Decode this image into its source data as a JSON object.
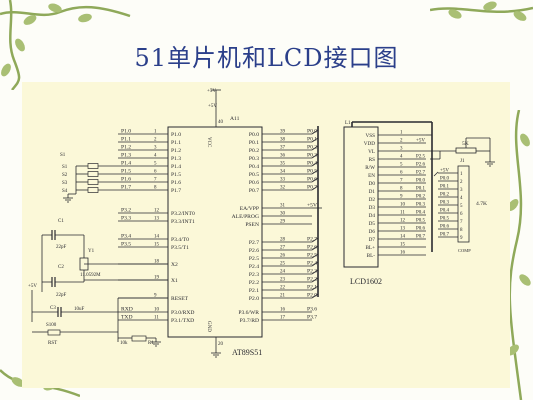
{
  "title": "51单片机和LCD接口图",
  "mcu": {
    "chip_name": "AT89S51",
    "ref": "A11",
    "vcc": "VCC",
    "vcc_pin": "40",
    "gnd": "GND",
    "gnd_pin": "20",
    "supply": "+5V",
    "left_pins": [
      {
        "ext": "P1.0",
        "num": "1",
        "name": "P1.0"
      },
      {
        "ext": "P1.1",
        "num": "2",
        "name": "P1.1"
      },
      {
        "ext": "P1.2",
        "num": "3",
        "name": "P1.2"
      },
      {
        "ext": "P1.3",
        "num": "4",
        "name": "P1.3"
      },
      {
        "ext": "P1.4",
        "num": "5",
        "name": "P1.4"
      },
      {
        "ext": "P1.5",
        "num": "6",
        "name": "P1.5"
      },
      {
        "ext": "P1.6",
        "num": "7",
        "name": "P1.6"
      },
      {
        "ext": "P1.7",
        "num": "8",
        "name": "P1.7"
      },
      {
        "ext": "P3.2",
        "num": "12",
        "name": "P3.2/INT0"
      },
      {
        "ext": "P3.3",
        "num": "13",
        "name": "P3.3/INT1"
      },
      {
        "ext": "P3.4",
        "num": "14",
        "name": "P3.4/T0"
      },
      {
        "ext": "P3.5",
        "num": "15",
        "name": "P3.5/T1"
      },
      {
        "ext": "",
        "num": "18",
        "name": "X2"
      },
      {
        "ext": "",
        "num": "19",
        "name": "X1"
      },
      {
        "ext": "",
        "num": "9",
        "name": "RESET"
      },
      {
        "ext": "RXD",
        "num": "10",
        "name": "P3.0/RXD"
      },
      {
        "ext": "TXD",
        "num": "11",
        "name": "P3.1/TXD"
      }
    ],
    "right_pins": [
      {
        "name": "P0.0",
        "num": "39",
        "ext": "P0.0"
      },
      {
        "name": "P0.1",
        "num": "38",
        "ext": "P0.1"
      },
      {
        "name": "P0.2",
        "num": "37",
        "ext": "P0.2"
      },
      {
        "name": "P0.3",
        "num": "36",
        "ext": "P0.3"
      },
      {
        "name": "P0.4",
        "num": "35",
        "ext": "P0.4"
      },
      {
        "name": "P0.5",
        "num": "34",
        "ext": "P0.5"
      },
      {
        "name": "P0.6",
        "num": "33",
        "ext": "P0.6"
      },
      {
        "name": "P0.7",
        "num": "32",
        "ext": "P0.7"
      },
      {
        "name": "EA/VPP",
        "num": "31",
        "ext": "+5V"
      },
      {
        "name": "ALE/PROG",
        "num": "30",
        "ext": ""
      },
      {
        "name": "PSEN",
        "num": "29",
        "ext": ""
      },
      {
        "name": "P2.7",
        "num": "28",
        "ext": "P2.7"
      },
      {
        "name": "P2.6",
        "num": "27",
        "ext": "P2.6"
      },
      {
        "name": "P2.5",
        "num": "26",
        "ext": "P2.5"
      },
      {
        "name": "P2.4",
        "num": "25",
        "ext": "P2.4"
      },
      {
        "name": "P2.3",
        "num": "24",
        "ext": "P2.3"
      },
      {
        "name": "P2.2",
        "num": "23",
        "ext": "P2.2"
      },
      {
        "name": "P2.1",
        "num": "22",
        "ext": "P2.1"
      },
      {
        "name": "P2.0",
        "num": "21",
        "ext": "P2.0"
      },
      {
        "name": "P3.6/WR",
        "num": "16",
        "ext": "P3.6"
      },
      {
        "name": "P3.7/RD",
        "num": "17",
        "ext": "P3.7"
      }
    ]
  },
  "lcd": {
    "ref": "L1",
    "name": "LCD1602",
    "pins": [
      {
        "name": "VSS",
        "num": "1",
        "net": ""
      },
      {
        "name": "VDD",
        "num": "2",
        "net": "+5V"
      },
      {
        "name": "VL",
        "num": "3",
        "net": ""
      },
      {
        "name": "RS",
        "num": "4",
        "net": "P2.5"
      },
      {
        "name": "R/W",
        "num": "5",
        "net": "P2.6"
      },
      {
        "name": "EN",
        "num": "6",
        "net": "P2.7"
      },
      {
        "name": "D0",
        "num": "7",
        "net": "P0.0"
      },
      {
        "name": "D1",
        "num": "8",
        "net": "P0.1"
      },
      {
        "name": "D2",
        "num": "9",
        "net": "P0.2"
      },
      {
        "name": "D3",
        "num": "10",
        "net": "P0.3"
      },
      {
        "name": "D4",
        "num": "11",
        "net": "P0.4"
      },
      {
        "name": "D5",
        "num": "12",
        "net": "P0.5"
      },
      {
        "name": "D6",
        "num": "13",
        "net": "P0.6"
      },
      {
        "name": "D7",
        "num": "14",
        "net": "P0.7"
      },
      {
        "name": "BL+",
        "num": "15",
        "net": ""
      },
      {
        "name": "BL-",
        "num": "16",
        "net": ""
      }
    ]
  },
  "pot": {
    "label": "5K"
  },
  "respack": {
    "ref": "J1",
    "label": "4.7K",
    "sub": "COMP",
    "nets": [
      "+5V",
      "P0.0",
      "P0.1",
      "P0.2",
      "P0.3",
      "P0.4",
      "P0.5",
      "P0.6",
      "P0.7"
    ],
    "nums": [
      "1",
      "2",
      "3",
      "4",
      "5",
      "6",
      "7",
      "8",
      "9"
    ]
  },
  "keys": {
    "ref": "S1",
    "labels": [
      "S1",
      "S2",
      "S3",
      "S4"
    ]
  },
  "crystal": {
    "c1": "C1",
    "c1_val": "22pF",
    "c2": "C2",
    "c2_val": "22pF",
    "y": "Y1",
    "y_val": "11.0592M"
  },
  "reset": {
    "supply": "+5V",
    "cap": "C3",
    "cap_val": "10uF",
    "switch": "S100",
    "rst": "RST",
    "r": "R1",
    "r_val": "10k"
  }
}
